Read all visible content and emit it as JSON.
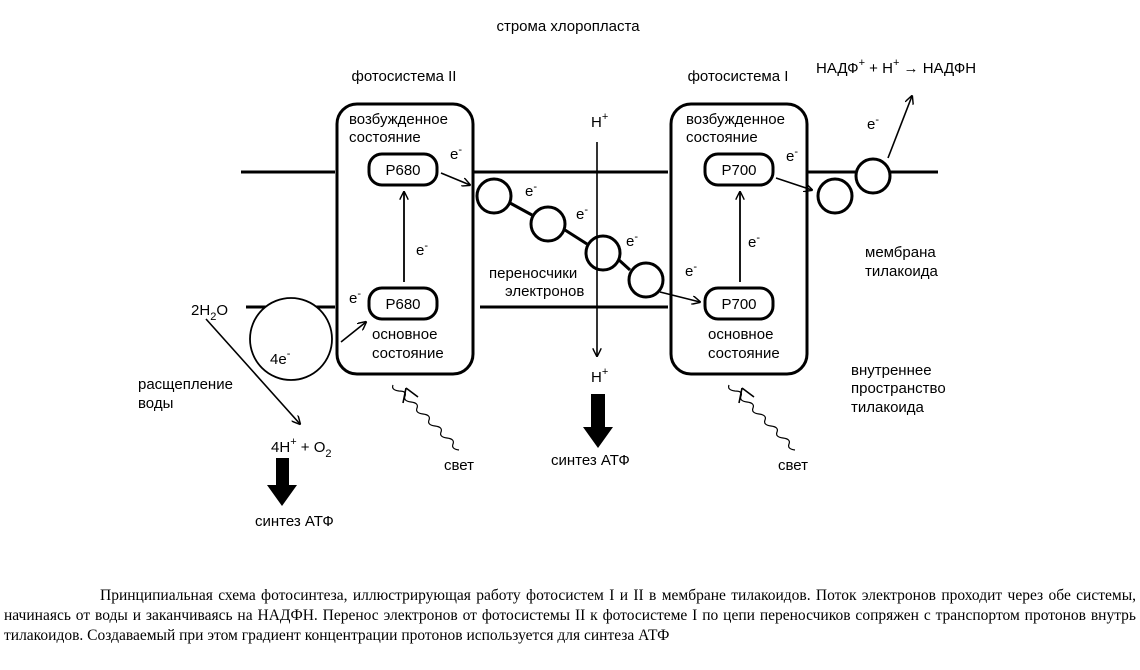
{
  "labels": {
    "stroma": "строма хлоропласта",
    "ps2_title": "фотосистема II",
    "ps1_title": "фотосистема I",
    "ps2_excited_1": "возбужденное",
    "ps2_excited_2": "состояние",
    "ps1_excited_1": "возбужденное",
    "ps1_excited_2": "состояние",
    "ps2_ground_1": "основное",
    "ps2_ground_2": "состояние",
    "ps1_ground_1": "основное",
    "ps1_ground_2": "состояние",
    "p680_top": "P680",
    "p680_bottom": "P680",
    "p700_top": "P700",
    "p700_bottom": "P700",
    "electron": "e",
    "electron_sup": "-",
    "proton": "H",
    "proton_sup": "+",
    "nadp_part1": "НАДФ",
    "nadp_sup1": "+",
    "nadp_part2": " + H",
    "nadp_sup2": "+",
    "nadp_part3": " → НАДФН",
    "carriers_1": "переносчики",
    "carriers_2": "электронов",
    "membrane_1": "мембрана",
    "membrane_2": "тилакоида",
    "inner_1": "внутреннее",
    "inner_2": "пространство",
    "inner_3": "тилакоида",
    "water_main": "2H",
    "water_sub": "2",
    "water_end": "O",
    "four_e": "4e",
    "four_e_sup": "-",
    "water_split_1": "расщепление",
    "water_split_2": "воды",
    "products_a": "4H",
    "products_sup": "+",
    "products_b": " + O",
    "products_sub": "2",
    "light_left": "свет",
    "light_right": "свет",
    "atp_left": "синтез АТФ",
    "atp_center": "синтез АТФ"
  },
  "caption": "Принципиальная схема фотосинтеза, иллюстрирующая работу фотосистем I и II в мембране тилакоидов. Поток электронов проходит через обе системы, начинаясь от воды и заканчиваясь на НАДФН. Перенос электронов от фотосистемы II к фотосистеме I по цепи переносчиков сопряжен с транспортом протонов внутрь тилакоидов. Создаваемый при этом градиент концентрации протонов используется для синтеза АТФ",
  "colors": {
    "ink": "#000000",
    "paper": "#ffffff"
  }
}
